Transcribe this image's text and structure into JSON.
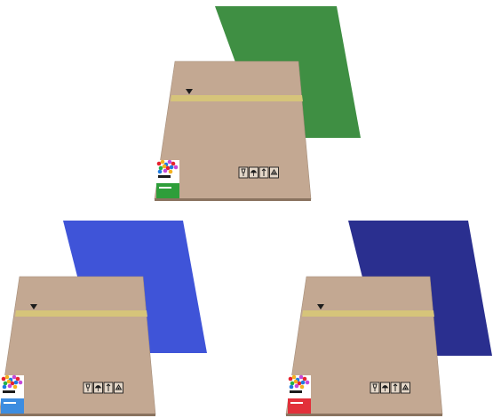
{
  "background": "#ffffff",
  "colors": {
    "envelope": "#c3a892",
    "envelope_edge": "#a58e7a",
    "envelope_shadow": "#8a735f",
    "tape": "#d6c47a",
    "stroke": "#1c1c1c",
    "stamp_colors": [
      "#e6222f",
      "#f4b21e",
      "#1e7be0",
      "#c548d9",
      "#23b24a"
    ]
  },
  "packages": [
    {
      "id": "package-green",
      "back_color": "#3f8f43",
      "label_colors": [
        "#ffffff",
        "#2e9e3a"
      ],
      "icons": [
        "fragile-icon",
        "keep-dry-icon",
        "this-side-up-icon",
        "recycle-icon"
      ]
    },
    {
      "id": "package-blue",
      "back_color": "#3f54d8",
      "label_colors": [
        "#ffffff",
        "#3d8de0"
      ],
      "icons": [
        "fragile-icon",
        "keep-dry-icon",
        "this-side-up-icon",
        "recycle-icon"
      ]
    },
    {
      "id": "package-navy",
      "back_color": "#2a2f8f",
      "label_colors": [
        "#ffffff",
        "#e2303a"
      ],
      "icons": [
        "fragile-icon",
        "keep-dry-icon",
        "this-side-up-icon",
        "recycle-icon"
      ]
    }
  ]
}
